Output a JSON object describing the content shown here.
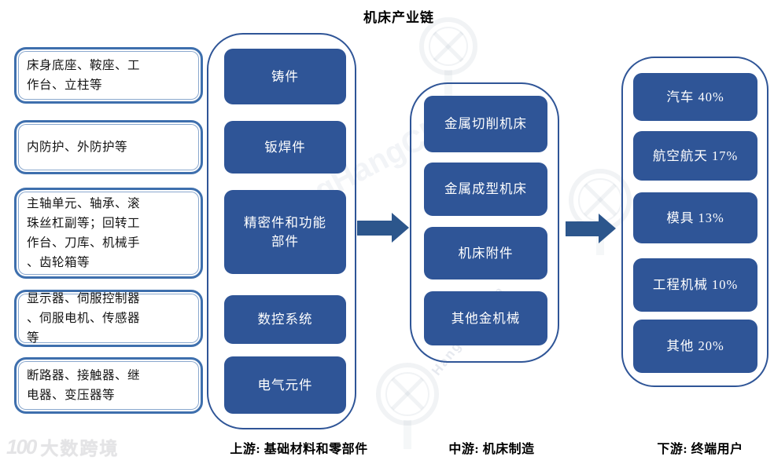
{
  "title": "机床产业链",
  "upstream": {
    "label": "上游: 基础材料和零部件",
    "details": [
      "床身底座、鞍座、工\n作台、立柱等",
      "内防护、外防护等",
      "主轴单元、轴承、滚\n珠丝杠副等；回转工\n作台、刀库、机械手\n、齿轮箱等",
      "显示器、伺服控制器\n、伺服电机、传感器\n等",
      "断路器、接触器、继\n电器、变压器等"
    ],
    "components": [
      "铸件",
      "钣焊件",
      "精密件和功能\n部件",
      "数控系统",
      "电气元件"
    ]
  },
  "midstream": {
    "label": "中游: 机床制造",
    "categories": [
      "金属切削机床",
      "金属成型机床",
      "机床附件",
      "其他金机械"
    ]
  },
  "downstream": {
    "label": "下游: 终端用户",
    "users": [
      "汽车 40%",
      "航空航天 17%",
      "模具 13%",
      "工程机械 10%",
      "其他 20%"
    ],
    "end_user_shares": {
      "汽车": 40,
      "航空航天": 17,
      "模具": 13,
      "工程机械": 10,
      "其他": 20
    }
  },
  "watermark": {
    "logo_mark": "100",
    "logo_text": "大数跨境",
    "faint_text": "HangHangCha"
  },
  "colors": {
    "box_fill": "#2F5597",
    "box_text": "#FFFFFF",
    "container_border": "#2F5597",
    "detail_box_border": "#3E6FAD",
    "arrow": "#2C568C",
    "label_text": "#000000"
  }
}
